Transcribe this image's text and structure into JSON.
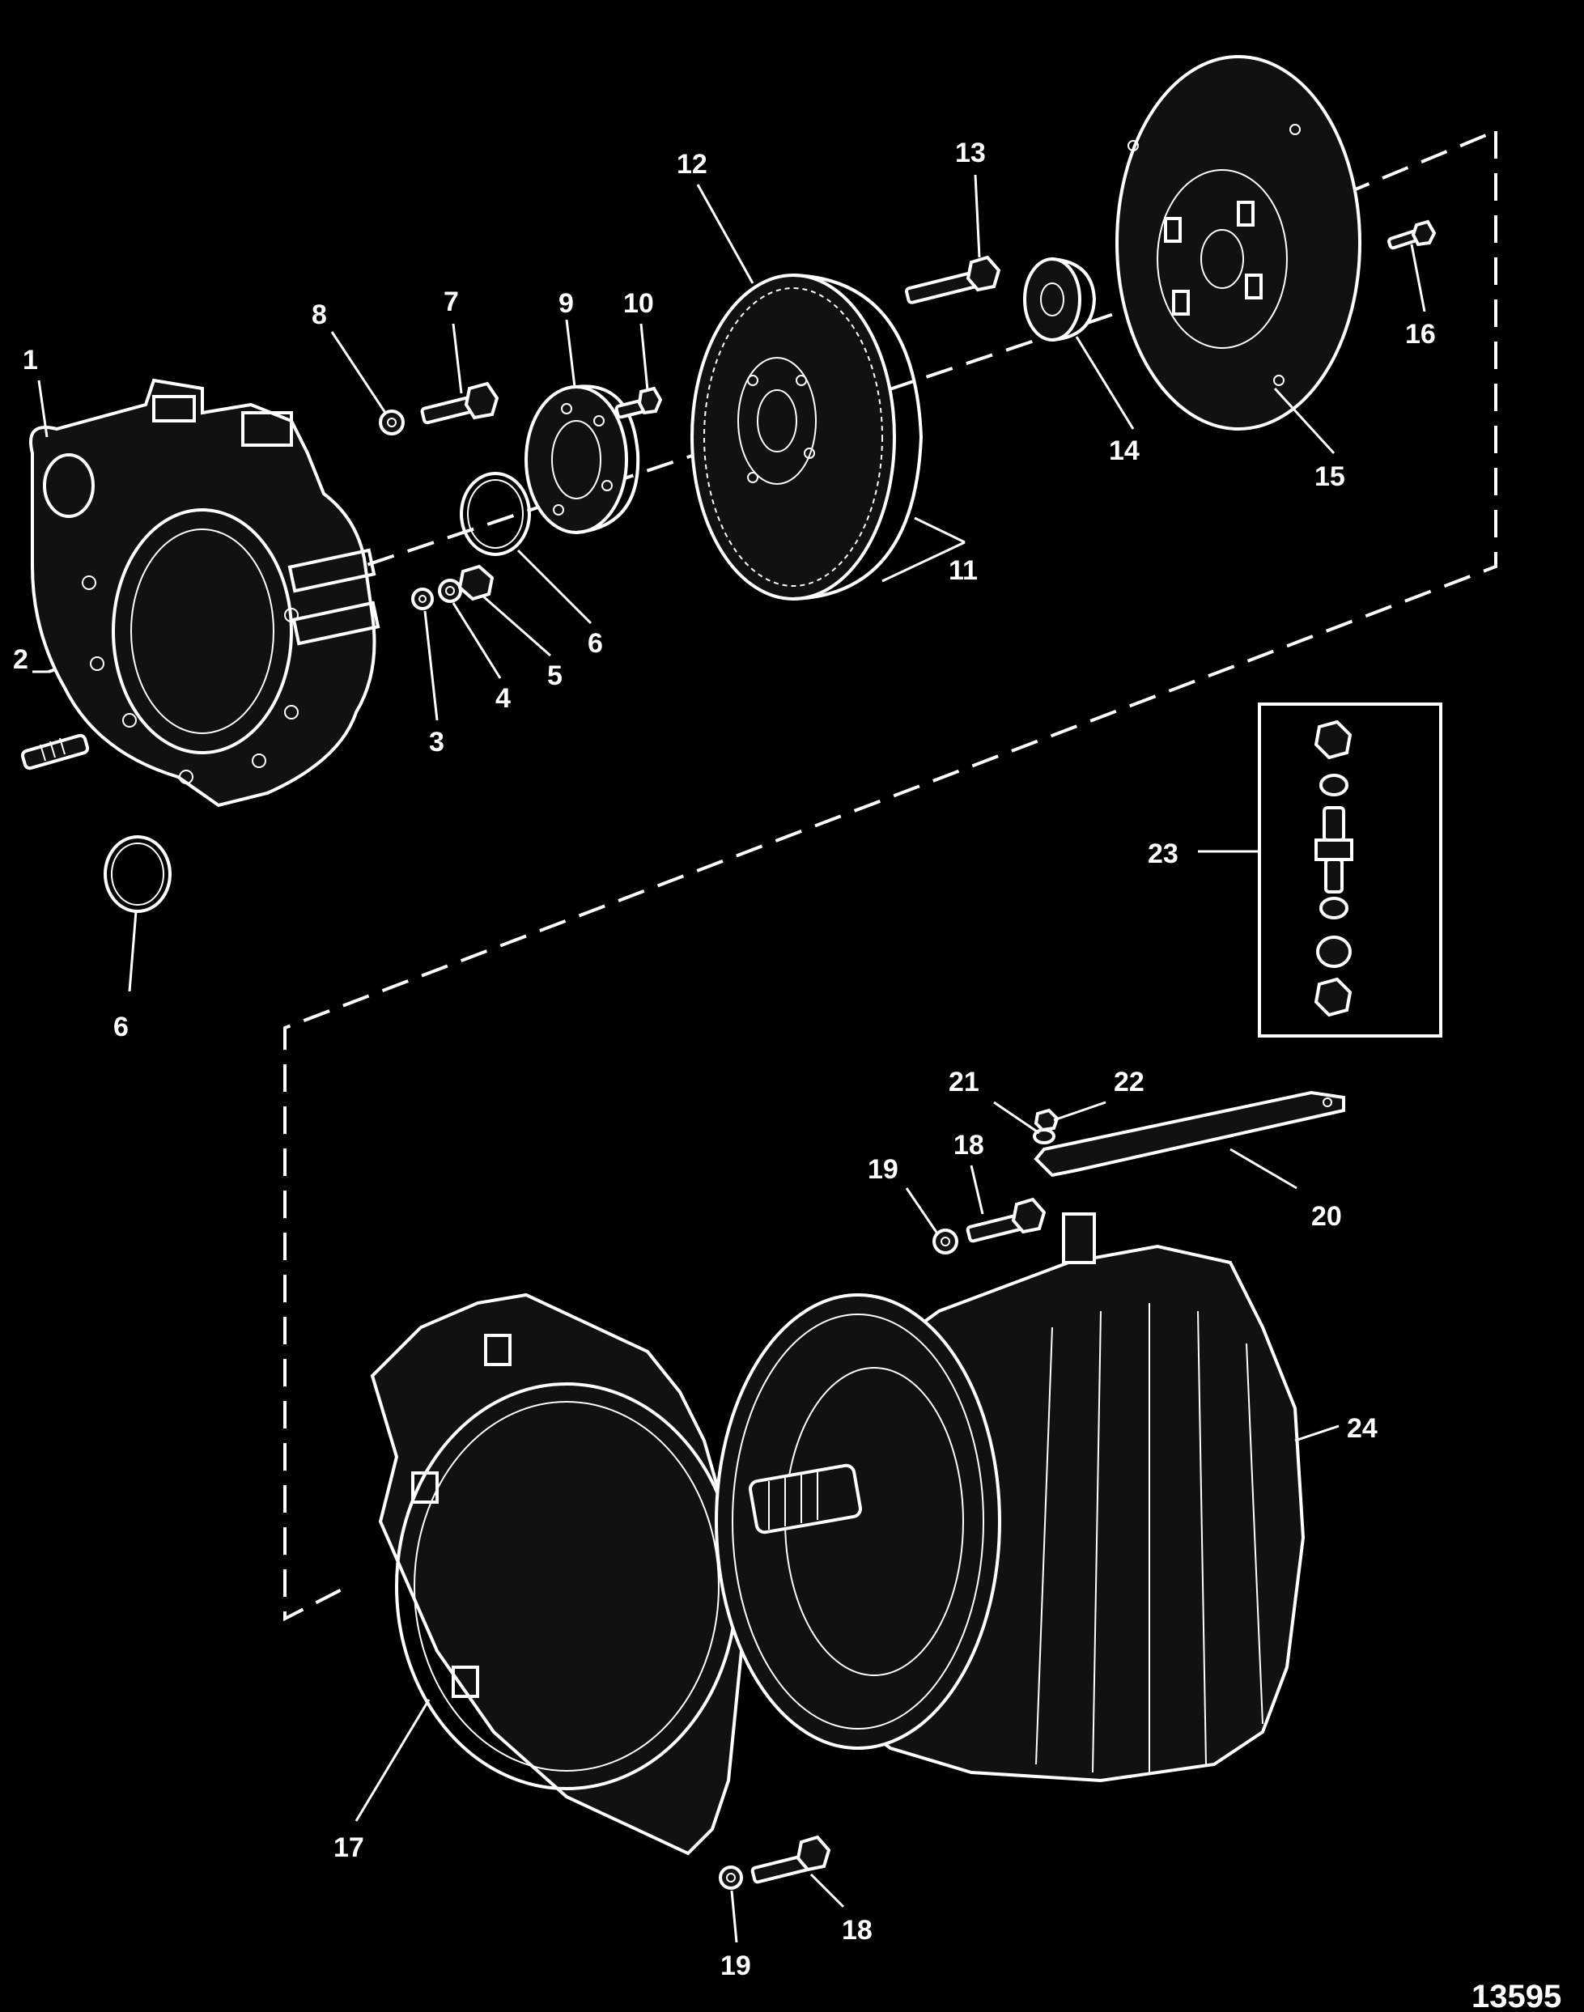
{
  "figure_number": "13595",
  "colors": {
    "background": "#000000",
    "linework": "#ffffff"
  },
  "callouts": [
    {
      "id": "c1",
      "text": "1"
    },
    {
      "id": "c2",
      "text": "2"
    },
    {
      "id": "c3",
      "text": "3"
    },
    {
      "id": "c4",
      "text": "4"
    },
    {
      "id": "c5",
      "text": "5"
    },
    {
      "id": "c6a",
      "text": "6"
    },
    {
      "id": "c6b",
      "text": "6"
    },
    {
      "id": "c7",
      "text": "7"
    },
    {
      "id": "c8",
      "text": "8"
    },
    {
      "id": "c9",
      "text": "9"
    },
    {
      "id": "c10",
      "text": "10"
    },
    {
      "id": "c11",
      "text": "11"
    },
    {
      "id": "c12",
      "text": "12"
    },
    {
      "id": "c13",
      "text": "13"
    },
    {
      "id": "c14",
      "text": "14"
    },
    {
      "id": "c15",
      "text": "15"
    },
    {
      "id": "c16",
      "text": "16"
    },
    {
      "id": "c17",
      "text": "17"
    },
    {
      "id": "c18a",
      "text": "18"
    },
    {
      "id": "c18b",
      "text": "18"
    },
    {
      "id": "c19a",
      "text": "19"
    },
    {
      "id": "c19b",
      "text": "19"
    },
    {
      "id": "c20",
      "text": "20"
    },
    {
      "id": "c21",
      "text": "21"
    },
    {
      "id": "c22",
      "text": "22"
    },
    {
      "id": "c23",
      "text": "23"
    },
    {
      "id": "c24",
      "text": "24"
    }
  ]
}
